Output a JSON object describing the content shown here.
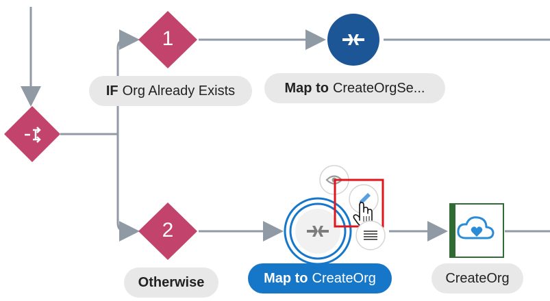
{
  "flow": {
    "switch_node": {
      "icon": "switch-icon"
    },
    "branch1": {
      "number": "1",
      "label_bold": "IF",
      "label_rest": "Org Already Exists"
    },
    "branch2": {
      "number": "2",
      "label_bold": "Otherwise"
    },
    "map_top": {
      "icon": "map-arrows-icon",
      "label_bold": "Map to",
      "label_rest": "CreateOrgSe..."
    },
    "map_bottom": {
      "icon": "map-arrows-icon",
      "label_bold": "Map to",
      "label_rest": "CreateOrg",
      "selected": true,
      "actions": [
        "eye-icon",
        "pencil-icon",
        "menu-lines-icon"
      ]
    },
    "invoke": {
      "icon": "cloud-heart-icon",
      "label": "CreateOrg"
    }
  },
  "colors": {
    "diamond": "#c2436b",
    "map_top_fill": "#1d5697",
    "selected": "#1677c9",
    "line": "#909aa5",
    "highlight": "#e0151b"
  }
}
